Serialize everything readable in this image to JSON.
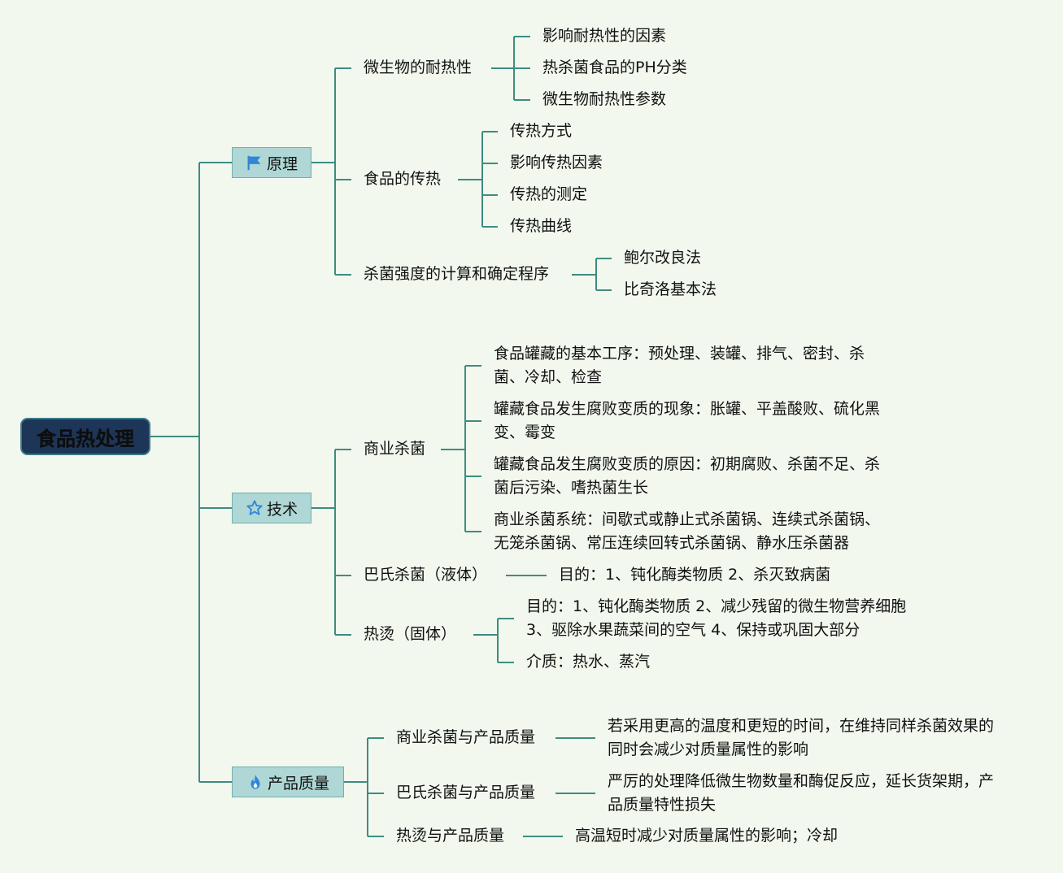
{
  "root": "食品热处理",
  "branches": {
    "principle": {
      "label": "原理",
      "heat_resistance": {
        "label": "微生物的耐热性",
        "items": [
          "影响耐热性的因素",
          "热杀菌食品的PH分类",
          "微生物耐热性参数"
        ]
      },
      "heat_transfer": {
        "label": "食品的传热",
        "items": [
          "传热方式",
          "影响传热因素",
          "传热的测定",
          "传热曲线"
        ]
      },
      "sterilization_calc": {
        "label": "杀菌强度的计算和确定程序",
        "items": [
          "鲍尔改良法",
          "比奇洛基本法"
        ]
      }
    },
    "technology": {
      "label": "技术",
      "commercial": {
        "label": "商业杀菌",
        "items": [
          "食品罐藏的基本工序：预处理、装罐、排气、密封、杀\n菌、冷却、检查",
          "罐藏食品发生腐败变质的现象：胀罐、平盖酸败、硫化黑\n变、霉变",
          "罐藏食品发生腐败变质的原因：初期腐败、杀菌不足、杀\n菌后污染、嗜热菌生长",
          "商业杀菌系统：间歇式或静止式杀菌锅、连续式杀菌锅、\n无笼杀菌锅、常压连续回转式杀菌锅、静水压杀菌器"
        ]
      },
      "pasteurization": {
        "label": "巴氏杀菌（液体）",
        "items": [
          "目的：1、钝化酶类物质 2、杀灭致病菌"
        ]
      },
      "blanching": {
        "label": "热烫（固体）",
        "items": [
          "目的：1、钝化酶类物质 2、减少残留的微生物营养细胞\n3、驱除水果蔬菜间的空气 4、保持或巩固大部分",
          "介质：热水、蒸汽"
        ]
      }
    },
    "quality": {
      "label": "产品质量",
      "commercial_quality": {
        "label": "商业杀菌与产品质量",
        "items": [
          "若采用更高的温度和更短的时间，在维持同样杀菌效果的\n同时会减少对质量属性的影响"
        ]
      },
      "pasteur_quality": {
        "label": "巴氏杀菌与产品质量",
        "items": [
          "严厉的处理降低微生物数量和酶促反应，延长货架期，产\n品质量特性损失"
        ]
      },
      "blanch_quality": {
        "label": "热烫与产品质量",
        "items": [
          "高温短时减少对质量属性的影响；冷却"
        ]
      }
    }
  },
  "colors": {
    "background": "#f2f8ee",
    "line": "#3e8c80",
    "root_fill": "#1d3557",
    "branch_fill": "#aed7d5",
    "icon": "#2f86d6"
  },
  "icons": {
    "principle": "flag-icon",
    "technology": "star-icon",
    "quality": "flame-icon"
  }
}
